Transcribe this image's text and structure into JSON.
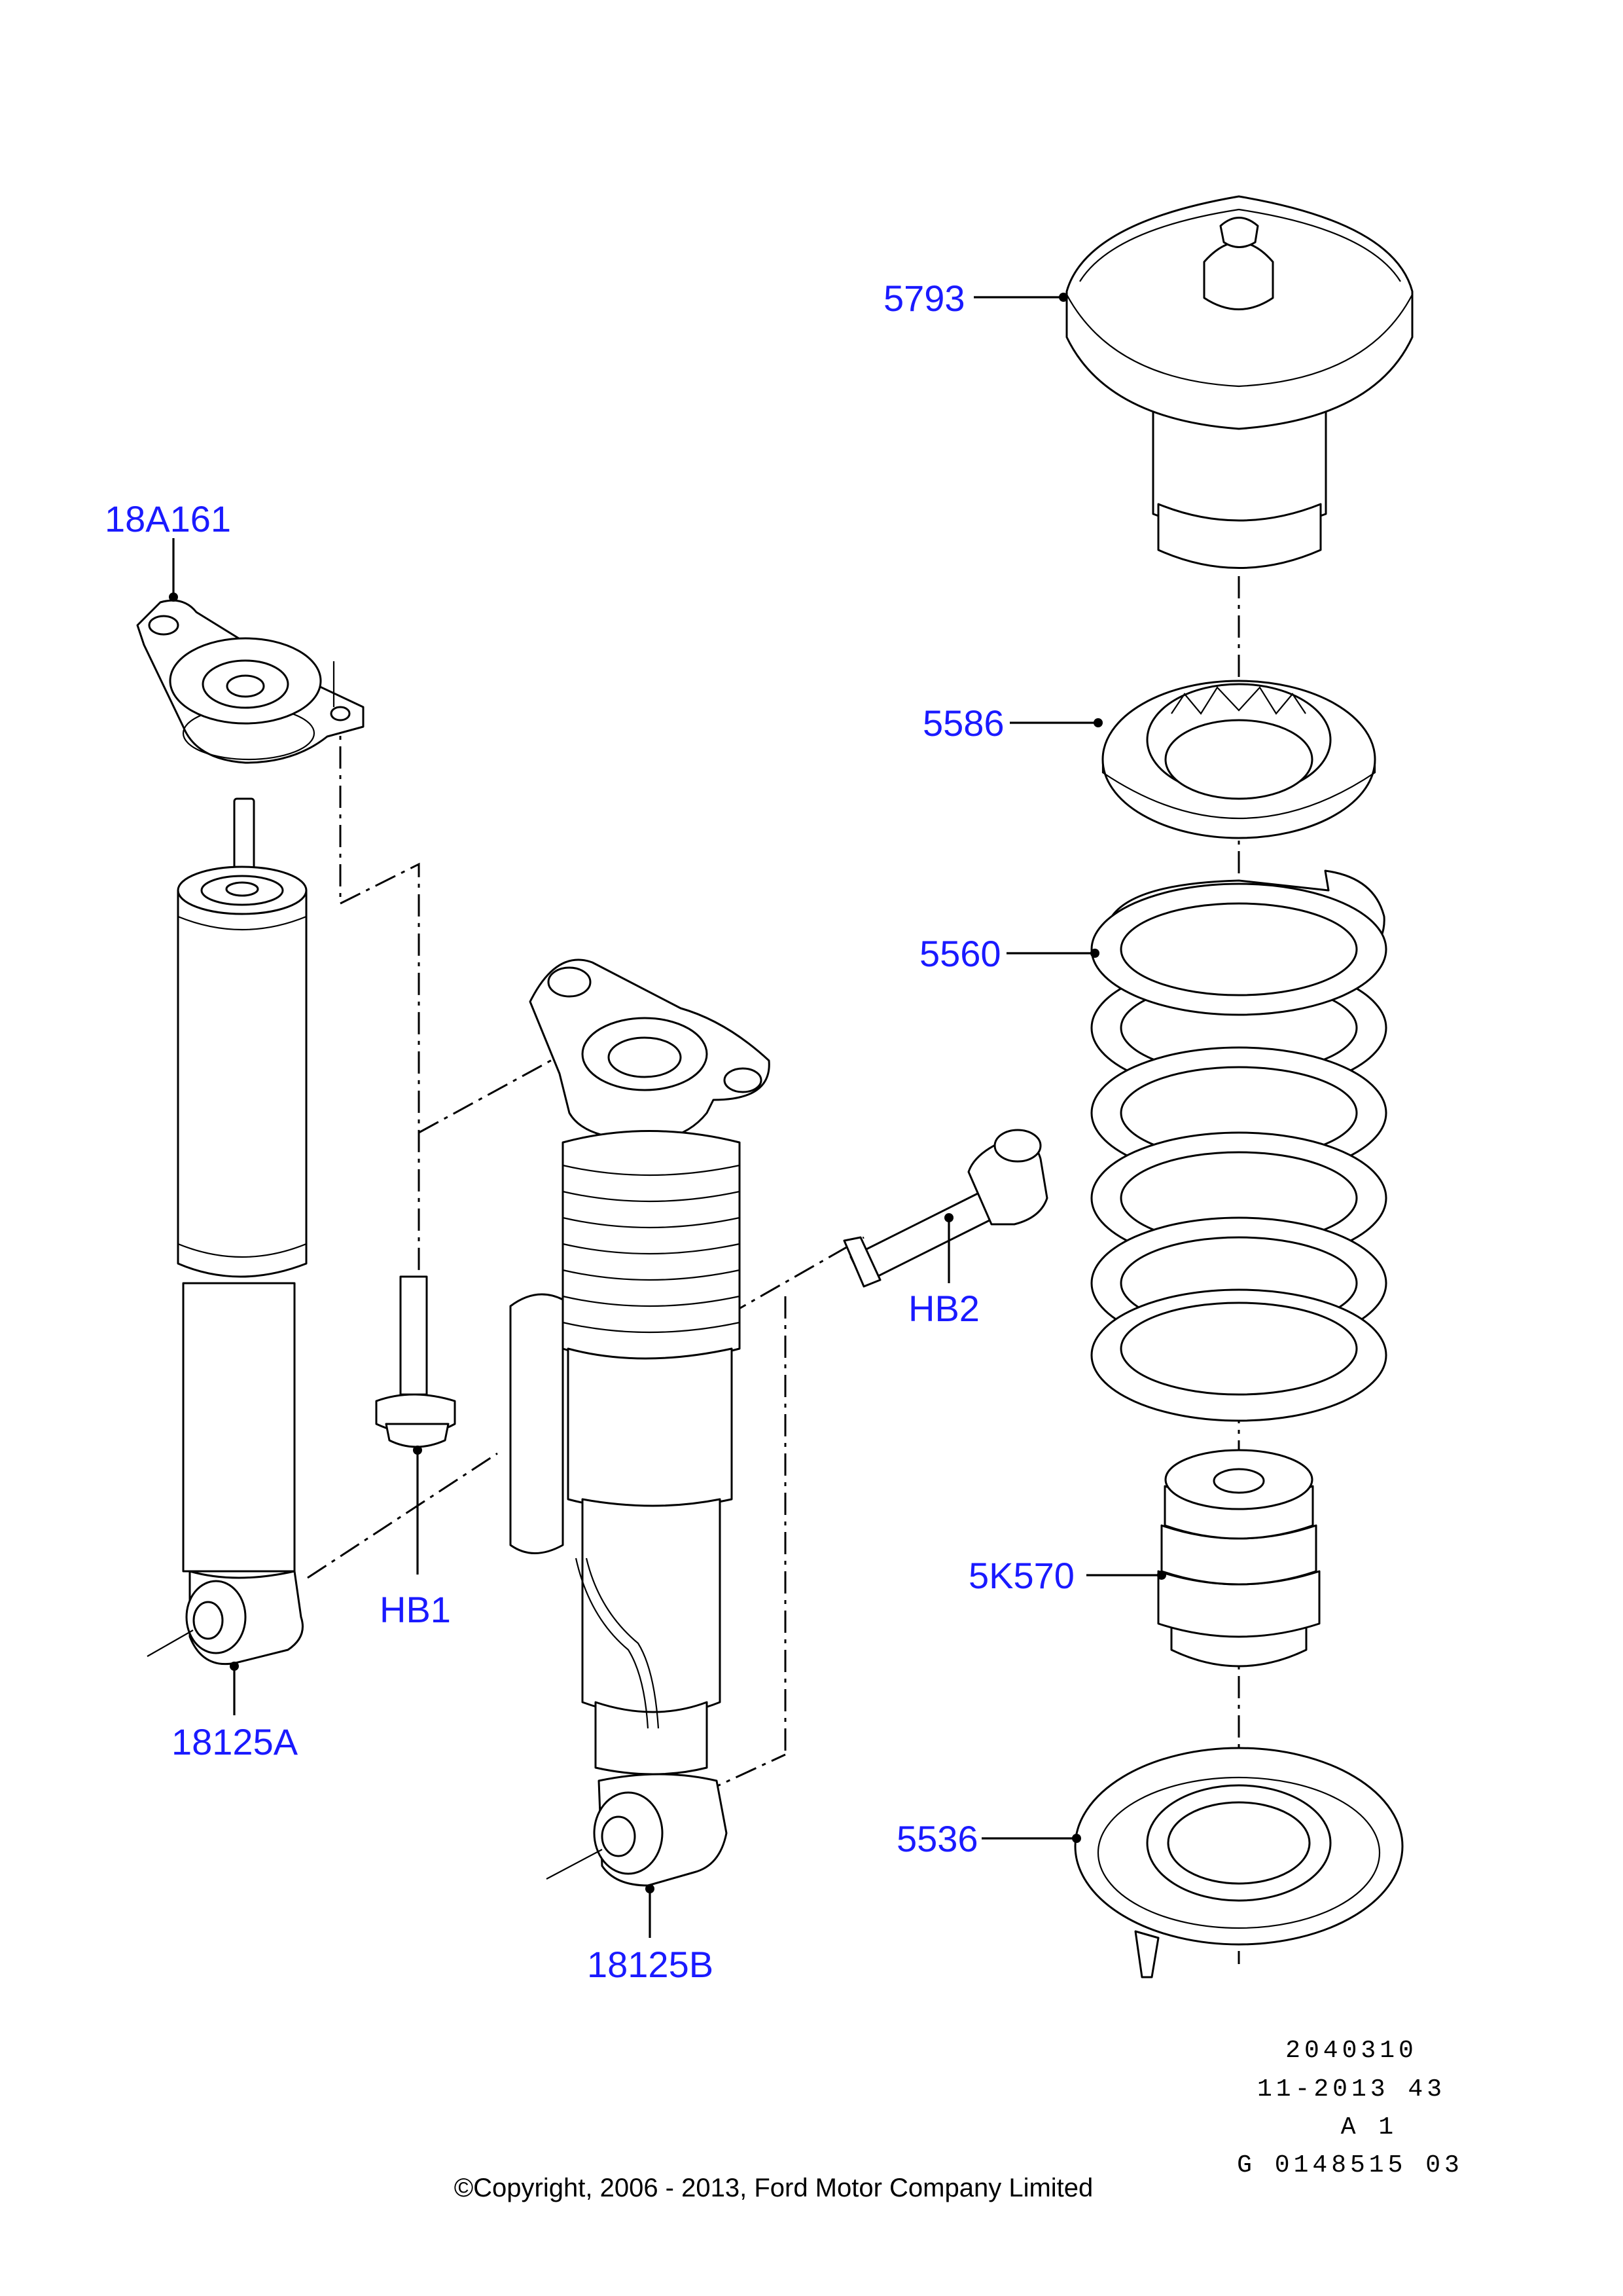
{
  "callouts": {
    "c5793": "5793",
    "c18A161": "18A161",
    "c5586": "5586",
    "c5560": "5560",
    "cHB2": "HB2",
    "cHB1": "HB1",
    "c5K570": "5K570",
    "c18125A": "18125A",
    "c5536": "5536",
    "c18125B": "18125B"
  },
  "footer": {
    "line1": "2040310",
    "line2": "11-2013 43",
    "line3": "A 1",
    "line4": "G 0148515 03",
    "copyright": "©Copyright, 2006 - 2013, Ford Motor Company Limited"
  },
  "colors": {
    "callout": "#1a1aff",
    "line": "#000000"
  }
}
